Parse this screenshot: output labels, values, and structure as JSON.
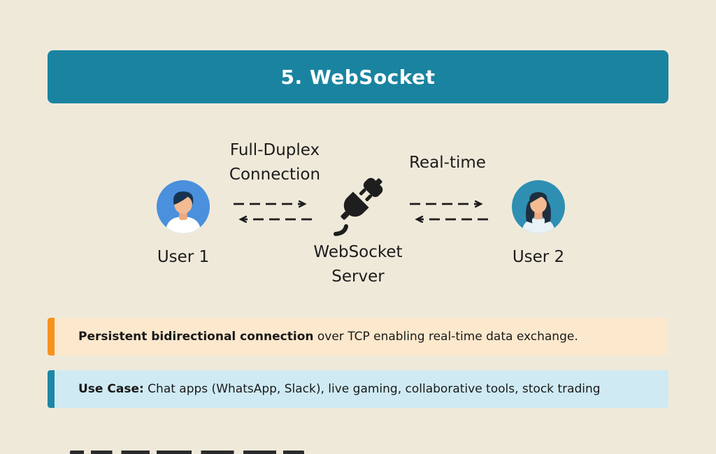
{
  "canvas": {
    "background": "#efe9da"
  },
  "header": {
    "title": "5. WebSocket",
    "bg": "#1a84a0",
    "text_color": "#ffffff"
  },
  "diagram": {
    "full_duplex_label_line1": "Full-Duplex",
    "full_duplex_label_line2": "Connection",
    "realtime_label": "Real-time",
    "user1_label": "User 1",
    "user2_label": "User 2",
    "server_label_line1": "WebSocket",
    "server_label_line2": "Server",
    "icons": {
      "user1": "male-user-avatar-icon",
      "user2": "female-user-avatar-icon",
      "server": "plug-connector-icon",
      "arrows": "bidirectional-dashed-arrows"
    },
    "arrow_color": "#1c1c1c",
    "avatar1_bg": "#4a90dd",
    "avatar2_bg": "#2e8fb3"
  },
  "notes": [
    {
      "bold": "Persistent bidirectional connection",
      "text": " over TCP enabling real-time data exchange.",
      "bg": "#fbe8cd",
      "accent": "#f6921e"
    },
    {
      "bold": "Use Case:",
      "text": " Chat apps (WhatsApp, Slack), live gaming, collaborative tools, stock trading",
      "bg": "#cfeaf3",
      "accent": "#1e87a5"
    }
  ]
}
